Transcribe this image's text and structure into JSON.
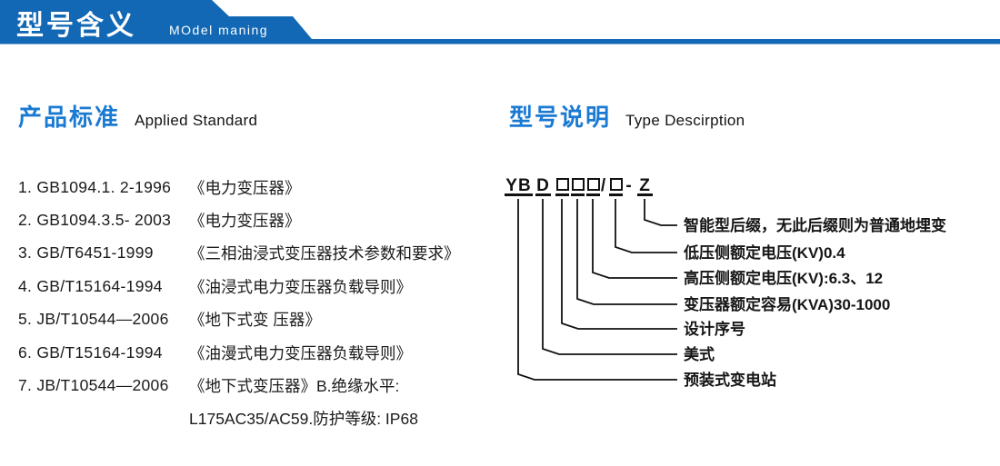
{
  "header": {
    "title": "型号含义",
    "subtitle": "MOdel maning"
  },
  "colors": {
    "banner_blue": "#1268b4",
    "heading_blue": "#1a7ad2",
    "text_dark": "#1a1a1a"
  },
  "applied_standard": {
    "heading_zh": "产品标准",
    "heading_en": "Applied Standard",
    "items": [
      {
        "code": "1. GB1094.1. 2-1996",
        "title": "《电力变压器》"
      },
      {
        "code": "2. GB1094.3.5- 2003",
        "title": "《电力变压器》"
      },
      {
        "code": "3. GB/T6451-1999",
        "title": "《三相油浸式变压器技术参数和要求》"
      },
      {
        "code": "4. GB/T15164-1994",
        "title": "《油浸式电力变压器负载导则》"
      },
      {
        "code": "5. JB/T10544—2006",
        "title": "《地下式变 压器》"
      },
      {
        "code": "6. GB/T15164-1994",
        "title": "《油漫式电力变压器负载导则》"
      },
      {
        "code": "7. JB/T10544—2006",
        "title": "《地下式变压器》B.绝缘水平:"
      },
      {
        "code": "",
        "title": "L175AC35/AC59.防护等级: IP68"
      }
    ]
  },
  "type_description": {
    "heading_zh": "型号说明",
    "heading_en": "Type Descirption",
    "model_code": {
      "prefix": "YB",
      "type": "D",
      "slash": "/",
      "dash": "-",
      "suffix": "Z"
    },
    "labels": [
      "智能型后缀，无此后缀则为普通地埋变",
      "低压侧额定电压(KV)0.4",
      "高压侧额定电压(KV):6.3、12",
      "变压器额定容易(KVA)30-1000",
      "设计序号",
      "美式",
      "预装式变电站"
    ]
  }
}
